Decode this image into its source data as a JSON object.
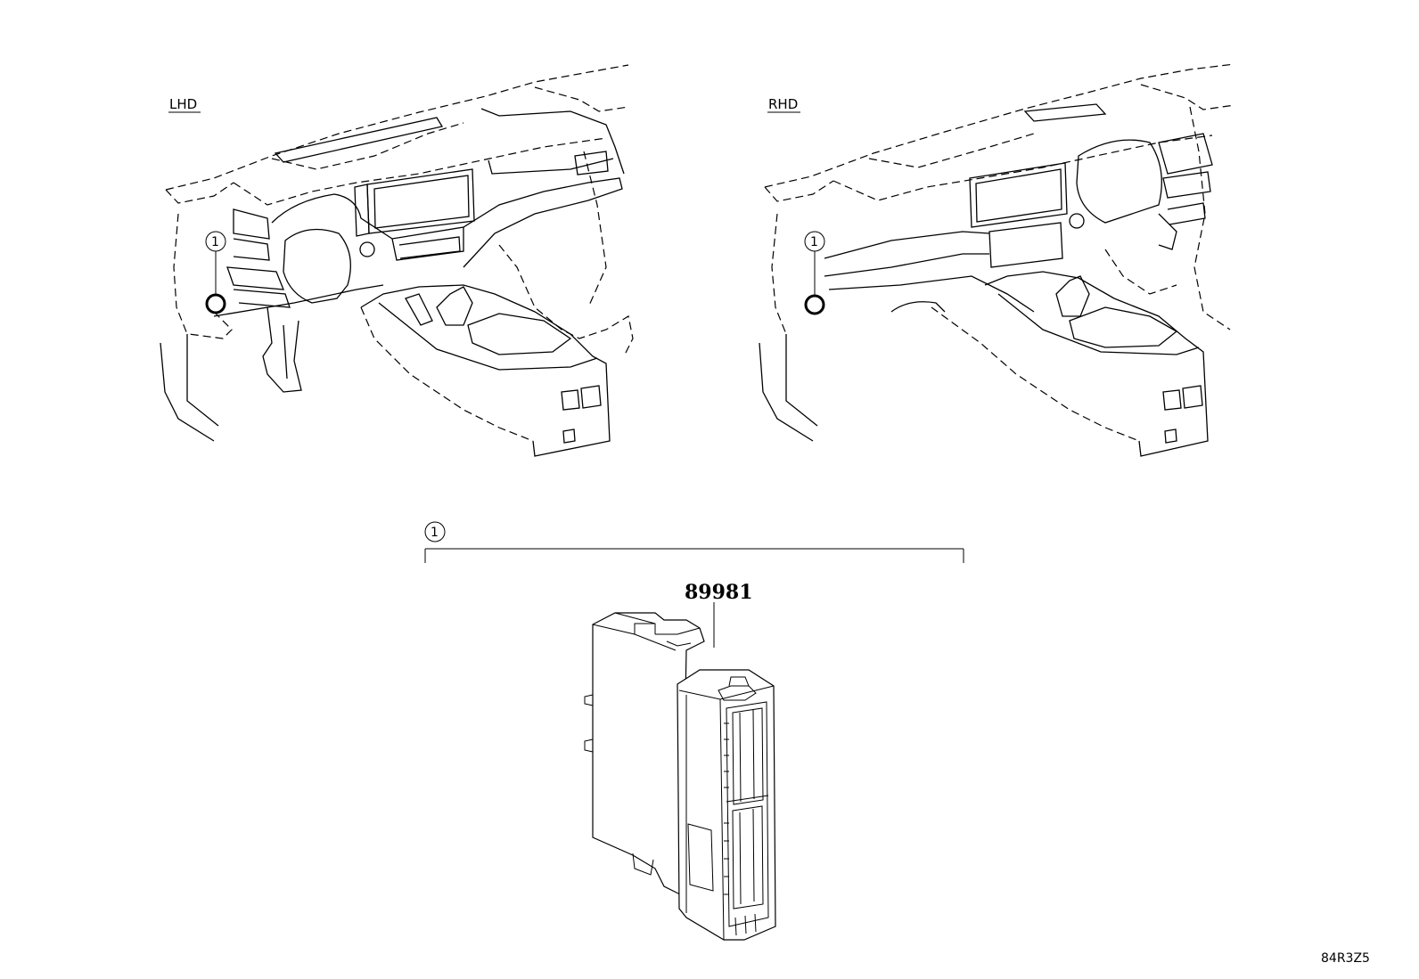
{
  "views": [
    {
      "label": "LHD",
      "callout": "1"
    },
    {
      "label": "RHD",
      "callout": "1"
    }
  ],
  "bracket_callout": "1",
  "part_number": "89981",
  "diagram_code": "84R3Z5"
}
